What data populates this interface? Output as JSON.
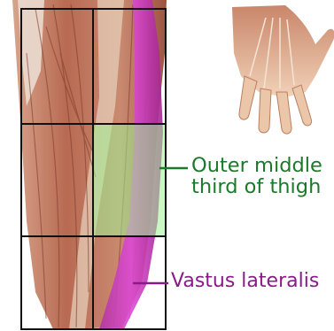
{
  "labels": {
    "thigh_region": {
      "line1": "Outer middle",
      "line2": "third of thigh",
      "color": "#1a7a2a"
    },
    "muscle": {
      "text": "Vastus lateralis",
      "color": "#8a1a8a"
    }
  },
  "colors": {
    "grid": "#111111",
    "highlight_region": "#a8f5a0",
    "muscle_highlight": "#d43ad4",
    "muscle_base": "#c07a5e",
    "muscle_dark": "#8a4a36",
    "tendon": "#e8d6c4",
    "skin_hand": "#e9c2a2"
  },
  "icons": {
    "hand": "hand-illustration",
    "thigh": "thigh-muscle-illustration"
  }
}
